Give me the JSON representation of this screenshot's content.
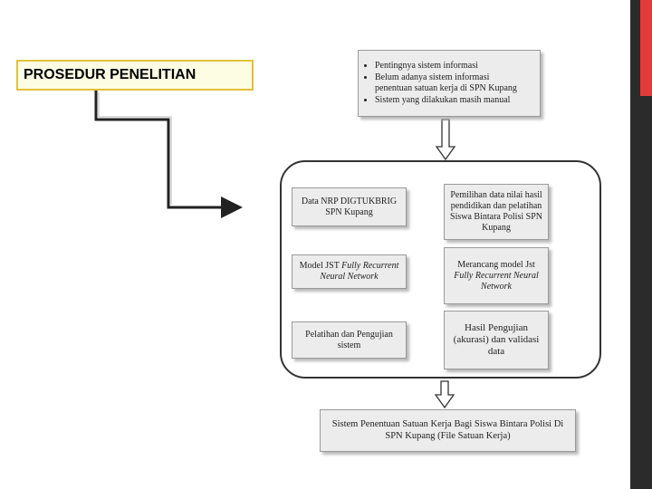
{
  "title": "PROSEDUR PENELITIAN",
  "top_box": {
    "items": [
      "Pentingnya sistem informasi",
      "Belum adanya sistem informasi",
      "Sistem yang dilakukan masih manual"
    ],
    "item2_cont": "penentuan satuan kerja di SPN Kupang"
  },
  "left_boxes": [
    {
      "line1": "Data NRP DIGTUKBRIG",
      "line2": "SPN Kupang"
    },
    {
      "prefix": "Model JST ",
      "em1": "Fully Recurrent",
      "line2": "Neural Network"
    },
    {
      "line1": "Pelatihan dan Pengujian",
      "line2": "sistem"
    }
  ],
  "right_boxes": [
    {
      "line1": "Pemilihan data nilai hasil",
      "line2": "pendidikan dan pelatihan",
      "line3": "Siswa Bintara Polisi SPN",
      "line4": "Kupang"
    },
    {
      "line1": "Merancang model Jst",
      "line2": "Fully Recurrent Neural",
      "line3": "Network"
    },
    {
      "line1": "Hasil Pengujian",
      "line2": "(akurasi) dan validasi",
      "line3": "data"
    }
  ],
  "bottom_box": {
    "line1": "Sistem Penentuan Satuan Kerja Bagi Siswa Bintara Polisi Di",
    "line2": "SPN Kupang (File Satuan Kerja)"
  },
  "colors": {
    "title_border": "#e0c23a",
    "title_fill": "#fdfde4",
    "accent": "#e23b3b",
    "box_fill": "#ececec"
  }
}
